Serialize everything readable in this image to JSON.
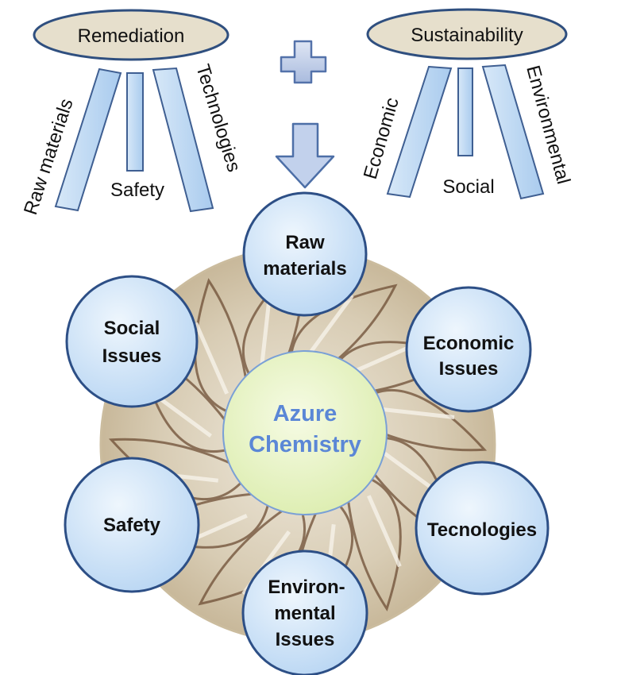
{
  "top": {
    "remediation": {
      "title": "Remediation",
      "legs": {
        "left": "Raw materials",
        "middle": "Safety",
        "right": "Technologies"
      }
    },
    "plus_symbol": "plus-icon",
    "arrow_symbol": "down-arrow-icon",
    "sustainability": {
      "title": "Sustainability",
      "legs": {
        "left": "Economic",
        "middle": "Social",
        "right": "Environmental"
      }
    }
  },
  "center": {
    "line1": "Azure",
    "line2": "Chemistry"
  },
  "satellites": {
    "raw_materials": {
      "line1": "Raw",
      "line2": "materials"
    },
    "economic": {
      "line1": "Economic",
      "line2": "Issues"
    },
    "technologies": {
      "line1": "Tecnologies"
    },
    "environmental": {
      "line1": "Environ-",
      "line2": "mental",
      "line3": "Issues"
    },
    "safety": {
      "line1": "Safety"
    },
    "social": {
      "line1": "Social",
      "line2": "Issues"
    }
  },
  "colors": {
    "ellipse_fill": "#e5dfcd",
    "leg_fill": "#c2dcf5",
    "circle_fill": "#cde3f7",
    "circle_stroke": "#2d4f86",
    "center_fill": "#ecf6c8",
    "center_text": "#5b87d6",
    "arrow_fill": "#bccde9",
    "arrow_stroke": "#4d6fa7"
  }
}
